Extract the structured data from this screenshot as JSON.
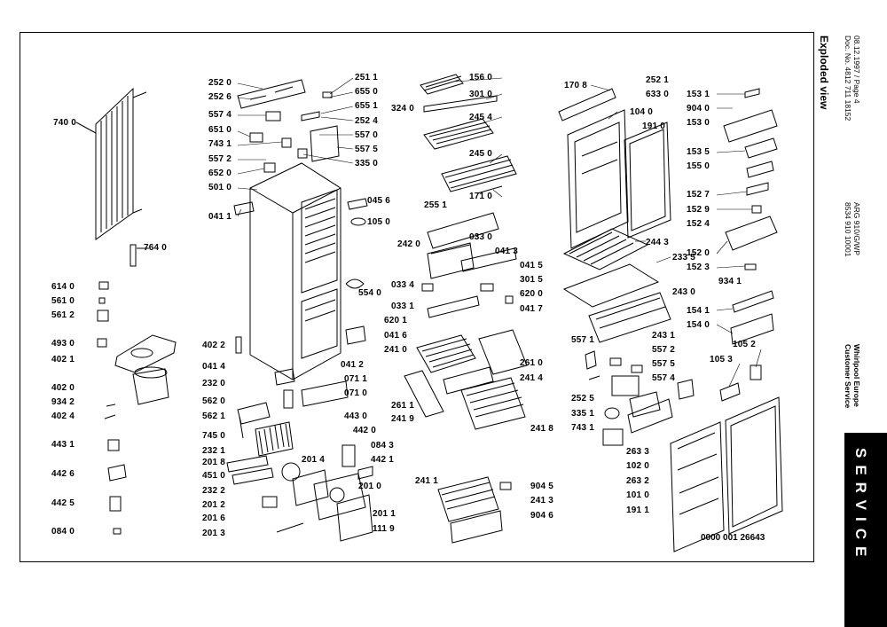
{
  "header": {
    "title": "Exploded view",
    "date_page": "08.12.1997 / Page 4",
    "doc_no": "Doc. No. 4812 711 18152",
    "model": "ARG 910/G/WP",
    "service_no": "8534 910 10001",
    "company": "Whirlpool Europe",
    "department": "Customer Service",
    "tab": "SERVICE"
  },
  "drawing_number": "0000 001 26643",
  "labels": [
    "740 0",
    "764 0",
    "614 0",
    "561 0",
    "561 2",
    "493 0",
    "402 1",
    "402 0",
    "934 2",
    "402 4",
    "443 1",
    "442 6",
    "442 5",
    "084 0",
    "252 0",
    "252 6",
    "557 4",
    "651 0",
    "743 1",
    "557 2",
    "652 0",
    "501 0",
    "041 1",
    "251 1",
    "655 0",
    "655 1",
    "252 4",
    "557 0",
    "557 5",
    "335 0",
    "045 6",
    "105 0",
    "554 0",
    "402 2",
    "041 4",
    "041 2",
    "232 0",
    "562 0",
    "562 1",
    "745 0",
    "232 1",
    "201 8",
    "451 0",
    "232 2",
    "201 2",
    "201 6",
    "201 3",
    "071 1",
    "071 0",
    "443 0",
    "442 0",
    "084 3",
    "442 1",
    "201 4",
    "201 0",
    "201 1",
    "111 9",
    "156 0",
    "301 0",
    "324 0",
    "245 4",
    "245 0",
    "171 0",
    "255 1",
    "242 0",
    "033 0",
    "041 3",
    "041 5",
    "033 4",
    "301 5",
    "620 0",
    "033 1",
    "041 7",
    "620 1",
    "041 6",
    "241 0",
    "261 0",
    "241 4",
    "261 1",
    "241 9",
    "241 8",
    "241 1",
    "904 5",
    "241 3",
    "904 6",
    "170 8",
    "252 1",
    "633 0",
    "104 0",
    "191 0",
    "244 3",
    "233 5",
    "243 0",
    "243 1",
    "557 1",
    "557 2",
    "557 5",
    "557 4",
    "252 5",
    "335 1",
    "743 1",
    "263 3",
    "102 0",
    "263 2",
    "101 0",
    "191 1",
    "153 1",
    "904 0",
    "153 0",
    "153 5",
    "155 0",
    "152 7",
    "152 9",
    "152 4",
    "152 0",
    "152 3",
    "934 1",
    "154 1",
    "154 0",
    "105 2",
    "105 3"
  ]
}
